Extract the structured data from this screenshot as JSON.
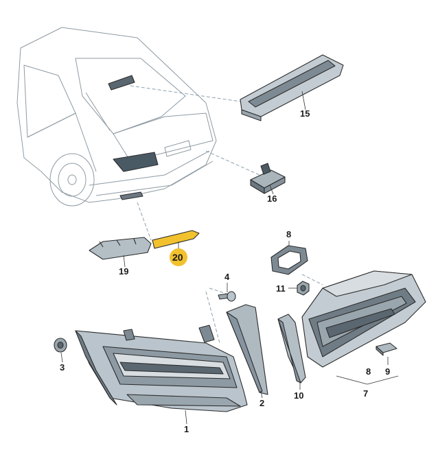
{
  "diagram": {
    "callouts": {
      "p1": "1",
      "p2": "2",
      "p3": "3",
      "p4": "4",
      "p7": "7",
      "p8a": "8",
      "p8b": "8",
      "p9": "9",
      "p10": "10",
      "p11": "11",
      "p15": "15",
      "p16": "16",
      "p19": "19",
      "p20": "20"
    },
    "highlight_color": "#f2c12e",
    "part_fill": "#b9c4cc",
    "part_dark": "#5a6770",
    "car_fill": "#f4f6f7"
  }
}
